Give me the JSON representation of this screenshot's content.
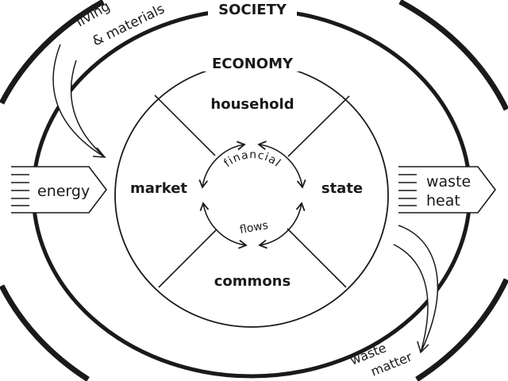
{
  "colors": {
    "ink": "#1a1a1a",
    "background": "#ffffff"
  },
  "rings": {
    "society": "SOCIETY",
    "economy": "ECONOMY"
  },
  "sectors": {
    "household": "household",
    "market": "market",
    "state": "state",
    "commons": "commons"
  },
  "center": {
    "top": "financial",
    "bottom": "flows"
  },
  "inputs": {
    "energy": "energy",
    "living": "living",
    "materials": "& materials"
  },
  "outputs": {
    "waste_heat_line1": "waste",
    "waste_heat_line2": "heat",
    "waste_matter_line1": "waste",
    "waste_matter_line2": "matter"
  }
}
